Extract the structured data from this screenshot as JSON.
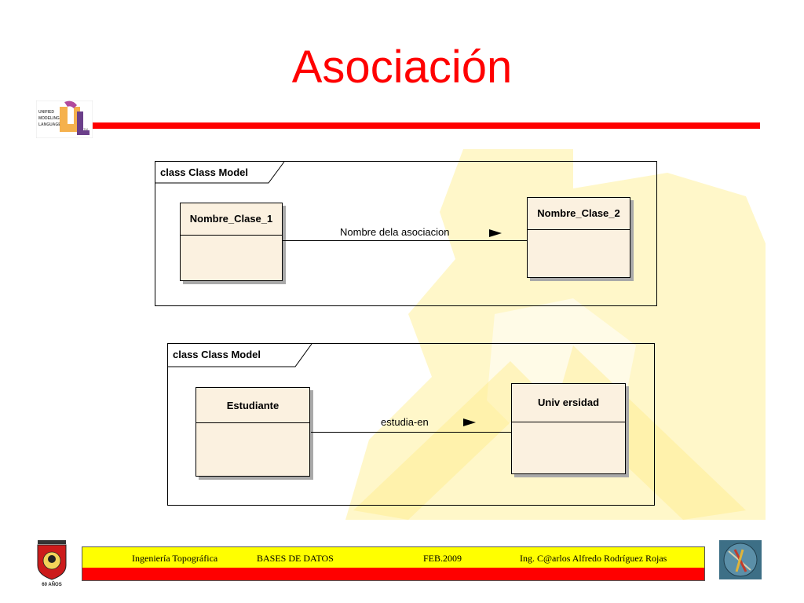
{
  "slide": {
    "title": "Asociación",
    "accent_color": "#ff0000"
  },
  "logo": {
    "lines": [
      "UNIFIED",
      "MODELING",
      "LANGUAGE"
    ],
    "mark": "UML",
    "tm": "TM"
  },
  "diagrams": [
    {
      "frame_label": "class Class Model",
      "class_left": "Nombre_Clase_1",
      "class_right": "Nombre_Clase_2",
      "association": "Nombre dela asociacion"
    },
    {
      "frame_label": "class Class Model",
      "class_left": "Estudiante",
      "class_right": "Univ ersidad",
      "association": "estudia-en"
    }
  ],
  "footer": {
    "program": "Ingeniería Topográfica",
    "course": "BASES DE DATOS",
    "date": "FEB.2009",
    "author": "Ing. C@arlos Alfredo Rodríguez Rojas",
    "emblem_caption": "60 AÑOS"
  },
  "colors": {
    "class_fill": "#fbf1e0",
    "watermark": "#fff7c9",
    "footer_yellow": "#ffff00",
    "footer_red": "#ff0000"
  }
}
